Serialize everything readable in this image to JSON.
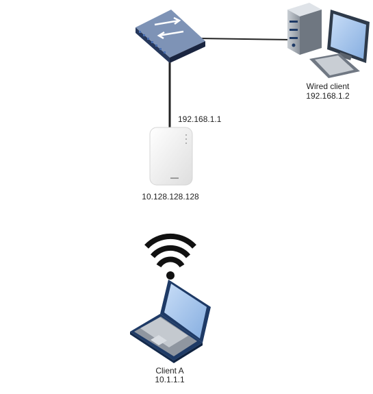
{
  "nodes": {
    "switch": {
      "icon": "network-switch-icon"
    },
    "wired_client": {
      "icon": "desktop-computer-icon",
      "name": "Wired client",
      "ip": "192.168.1.2"
    },
    "access_point": {
      "icon": "wireless-access-point-icon",
      "uplink_ip": "192.168.1.1",
      "ip": "10.128.128.128"
    },
    "client_a": {
      "icon": "laptop-icon",
      "name": "Client A",
      "ip": "10.1.1.1"
    },
    "wifi": {
      "icon": "wifi-signal-icon"
    }
  },
  "links": [
    {
      "from": "switch",
      "to": "wired_client",
      "type": "wired"
    },
    {
      "from": "switch",
      "to": "access_point",
      "type": "wired"
    },
    {
      "from": "access_point",
      "to": "client_a",
      "type": "wireless"
    }
  ],
  "colors": {
    "line": "#222222",
    "switch_body": "#1f2f4f",
    "switch_top": "#7e93b6",
    "computer_body": "#9aa1aa",
    "monitor_screen": "#9fc0ea",
    "laptop_screen": "#a8c6ee",
    "laptop_frame": "#1e3a66",
    "access_point": "#f2f2f2"
  }
}
